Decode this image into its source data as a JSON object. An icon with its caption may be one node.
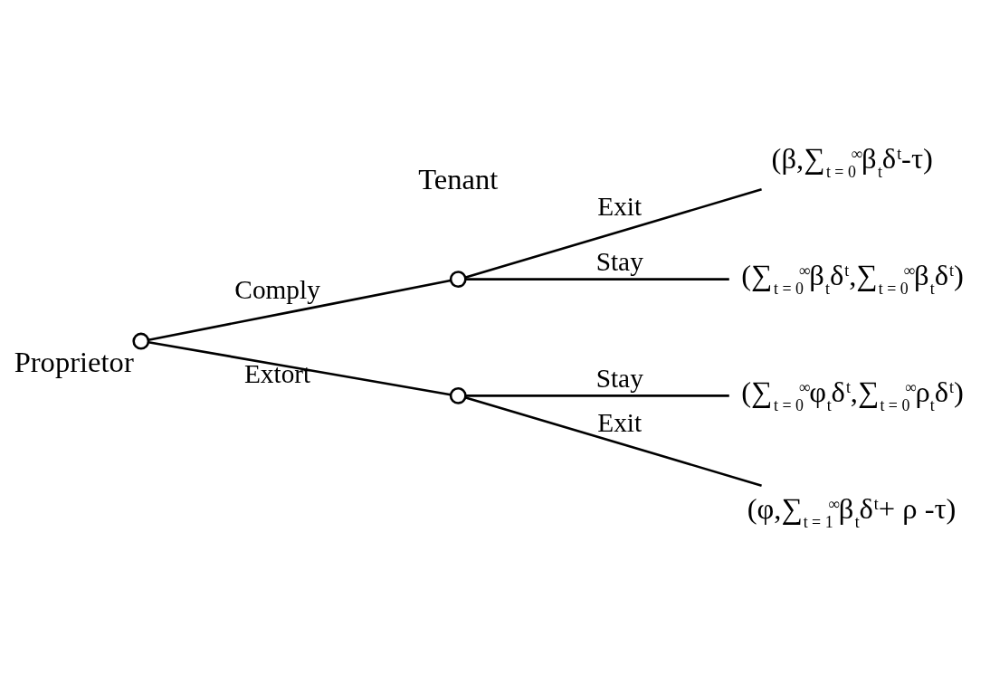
{
  "diagram": {
    "nodes": [
      {
        "text": [],
        "shape": "circle",
        "beside": [
          "Proprietor"
        ]
      },
      {
        "text": [],
        "shape": "circle"
      },
      {
        "text": [],
        "shape": "circle"
      },
      {
        "text": [
          "(β,∑$_{t = 0}$$^{∞}$β$_{t}$δ$^{t}$-τ)"
        ]
      },
      {
        "text": [
          "(∑$_{t = 0}$$^{∞}$β$_{t}$δ$^{t}$,∑$_{t = 0}$$^{∞}$β$_{t}$δ$^{t}$)"
        ]
      },
      {
        "text": [
          "(∑$_{t = 0}$$^{∞}$φ$_{t}$δ$^{t}$,∑$_{t = 0}$$^{∞}$ρ$_{t}$δ$^{t}$)"
        ]
      },
      {
        "text": [
          "(φ,∑$_{t = 1}$$^{∞}$β$_{t}$δ$^{t}$+ ρ -τ)"
        ]
      }
    ],
    "edges": [
      {
        "from": 0,
        "to": 1,
        "arrow": "none",
        "label": "Comply"
      },
      {
        "from": 0,
        "to": 2,
        "arrow": "none",
        "label": "Extort"
      },
      {
        "from": 1,
        "to": 3,
        "arrow": "none",
        "label": "Exit"
      },
      {
        "from": 1,
        "to": 4,
        "arrow": "none",
        "label": "Stay"
      },
      {
        "from": 2,
        "to": 5,
        "arrow": "none",
        "label": "Stay"
      },
      {
        "from": 2,
        "to": 6,
        "arrow": "none",
        "label": "Exit"
      }
    ],
    "labels": [
      "Tenant"
    ]
  }
}
